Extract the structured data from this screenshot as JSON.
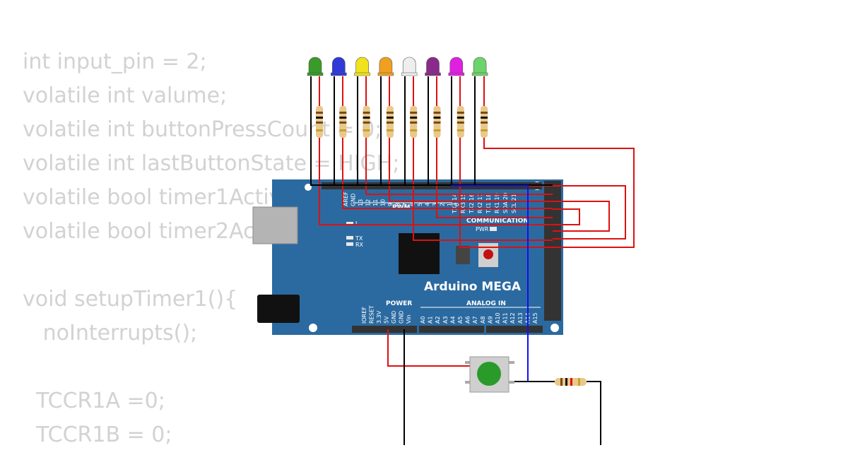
{
  "code_lines": [
    "int input_pin = 2;",
    "volatile int valume;",
    "volatile int buttonPressCount = 0;",
    "volatile int lastButtonState = HIGH;",
    "volatile bool timer1Active",
    "volatile bool timer2Active",
    "",
    "void setupTimer1(){",
    "   noInterrupts();",
    "",
    "  TCCR1A =0;",
    "  TCCR1B = 0;"
  ],
  "board": {
    "name": "Arduino MEGA",
    "pwm_label": "PWM",
    "communication_label": "COMMUNICATION",
    "power_label": "POWER",
    "analog_label": "ANALOG IN",
    "pwr_led_label": "PWR",
    "l_led_label": "L",
    "tx_label": "TX",
    "rx_label": "RX",
    "digital_pins": [
      "AREF",
      "GND",
      "13",
      "12",
      "11",
      "10",
      "9",
      "8",
      "7",
      "6",
      "5",
      "4",
      "3",
      "2",
      "1",
      "0"
    ],
    "comm_pins": [
      "TX3 14",
      "RX3 15",
      "TX2 16",
      "RX2 17",
      "TX1 18",
      "RX1 19",
      "SDA 20",
      "SCL 21"
    ],
    "power_pins": [
      "IOREF",
      "RESET",
      "3.3V",
      "5V",
      "GND",
      "GND",
      "Vin"
    ],
    "analog_pins": [
      "A0",
      "A1",
      "A2",
      "A3",
      "A4",
      "A5",
      "A6",
      "A7",
      "A8",
      "A9",
      "A10",
      "A11",
      "A12",
      "A13",
      "A14",
      "A15"
    ],
    "color": "#2b6aa0"
  },
  "leds": [
    {
      "color": "green",
      "hex": "#3a9a2a"
    },
    {
      "color": "blue",
      "hex": "#2f3ad8"
    },
    {
      "color": "yellow",
      "hex": "#f0e21c"
    },
    {
      "color": "orange",
      "hex": "#f0a020"
    },
    {
      "color": "white",
      "hex": "#eeeeee"
    },
    {
      "color": "purple",
      "hex": "#8a2a8a"
    },
    {
      "color": "magenta",
      "hex": "#e020e0"
    },
    {
      "color": "light-green",
      "hex": "#6cd46c"
    }
  ],
  "wire_colors": {
    "signal": "#dd1111",
    "ground": "#000000",
    "input": "#1111ee"
  },
  "button_color": "#2a9a2a"
}
